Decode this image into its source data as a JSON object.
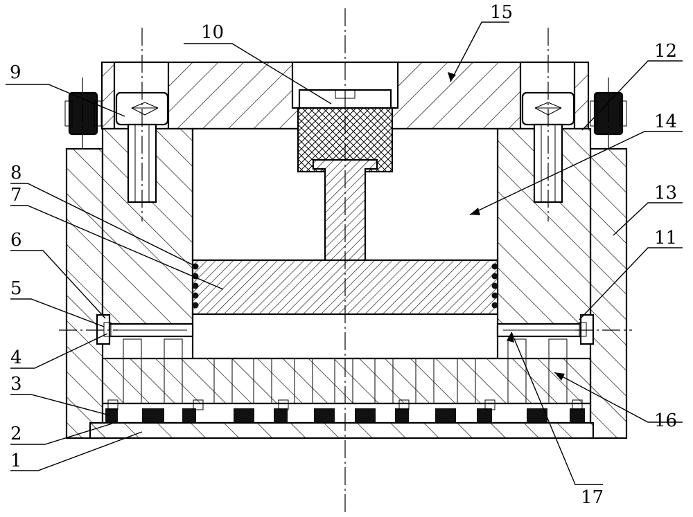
{
  "colors": {
    "line": "#000000",
    "background": "#ffffff",
    "black_part": "#111111"
  },
  "labels": [
    {
      "id": "1",
      "text": "1"
    },
    {
      "id": "2",
      "text": "2"
    },
    {
      "id": "3",
      "text": "3"
    },
    {
      "id": "4",
      "text": "4"
    },
    {
      "id": "5",
      "text": "5"
    },
    {
      "id": "6",
      "text": "6"
    },
    {
      "id": "7",
      "text": "7"
    },
    {
      "id": "8",
      "text": "8"
    },
    {
      "id": "9",
      "text": "9"
    },
    {
      "id": "10",
      "text": "10"
    },
    {
      "id": "11",
      "text": "11"
    },
    {
      "id": "12",
      "text": "12"
    },
    {
      "id": "13",
      "text": "13"
    },
    {
      "id": "14",
      "text": "14"
    },
    {
      "id": "15",
      "text": "15"
    },
    {
      "id": "16",
      "text": "16"
    },
    {
      "id": "17",
      "text": "17"
    }
  ]
}
